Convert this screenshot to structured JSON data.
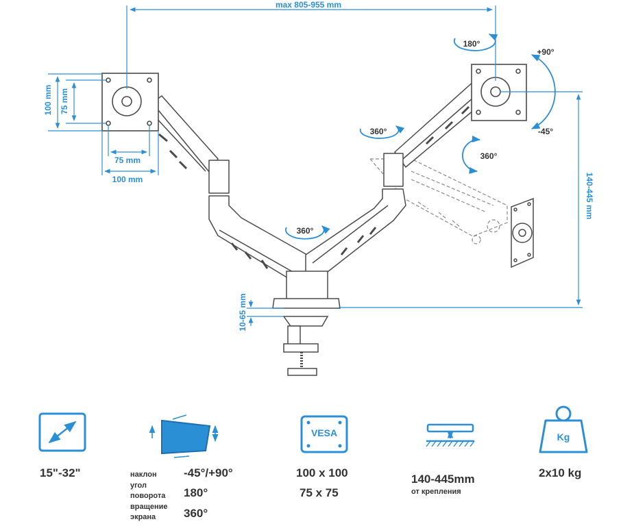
{
  "colors": {
    "accent": "#2b8fd6",
    "ink": "#333333",
    "line": "#4a4a4a"
  },
  "diagram": {
    "width_label": "max 805-955 mm",
    "vesa_h_outer": "100 mm",
    "vesa_h_inner": "75 mm",
    "vesa_w_inner": "75 mm",
    "vesa_w_outer": "100 mm",
    "rot_180": "180°",
    "tilt_plus": "+90°",
    "tilt_minus": "-45°",
    "rot_screen": "360°",
    "rot_elbow": "360°",
    "rot_base": "360°",
    "height_range": "140-445 mm",
    "clamp_range": "10-65 mm"
  },
  "specs": {
    "screen_size": {
      "icon": "diagonal-arrow-icon",
      "value": "15\"-32\""
    },
    "adjust": {
      "icon": "screen-rotation-icon",
      "rows": [
        {
          "label": "наклон",
          "value": "-45°/+90°"
        },
        {
          "label": "угол\nповорота",
          "value": "180°"
        },
        {
          "label": "вращение\nэкрана",
          "value": "360°"
        }
      ]
    },
    "vesa": {
      "icon": "vesa-icon",
      "icon_text": "VESA",
      "line1": "100 x 100",
      "line2": "75 x 75"
    },
    "height": {
      "icon": "height-adjust-icon",
      "value": "140-445mm",
      "sub": "от крепления"
    },
    "load": {
      "icon": "weight-icon",
      "icon_text": "Kg",
      "value": "2x10 kg"
    }
  }
}
